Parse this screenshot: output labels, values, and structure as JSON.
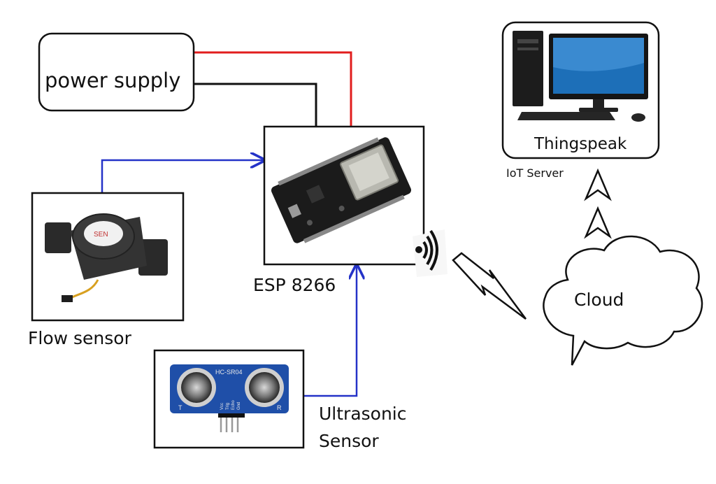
{
  "nodes": {
    "power_supply": {
      "label": "power supply"
    },
    "esp": {
      "label": "ESP 8266",
      "board_icon": "esp32-devkit-board"
    },
    "flow_sensor": {
      "label": "Flow sensor",
      "icon": "water-flow-sensor",
      "chip_text": "SEN"
    },
    "ultrasonic": {
      "label_line1": "Ultrasonic",
      "label_line2": "Sensor",
      "icon": "hc-sr04-module",
      "module_text": "HC-SR04",
      "left_marker": "T",
      "right_marker": "R",
      "pins": [
        "Vcc",
        "Trig",
        "Echo",
        "Gnd"
      ]
    },
    "server": {
      "label": "Thingspeak",
      "sublabel": "IoT Server",
      "icon": "desktop-computer"
    },
    "cloud": {
      "label": "Cloud"
    },
    "wifi": {
      "icon": "wifi-signal-icon"
    },
    "link": {
      "icon": "lightning-bolt-icon"
    }
  },
  "wires": {
    "power_positive": "#e11d1d",
    "power_negative": "#111111",
    "signal": "#2432c8"
  }
}
